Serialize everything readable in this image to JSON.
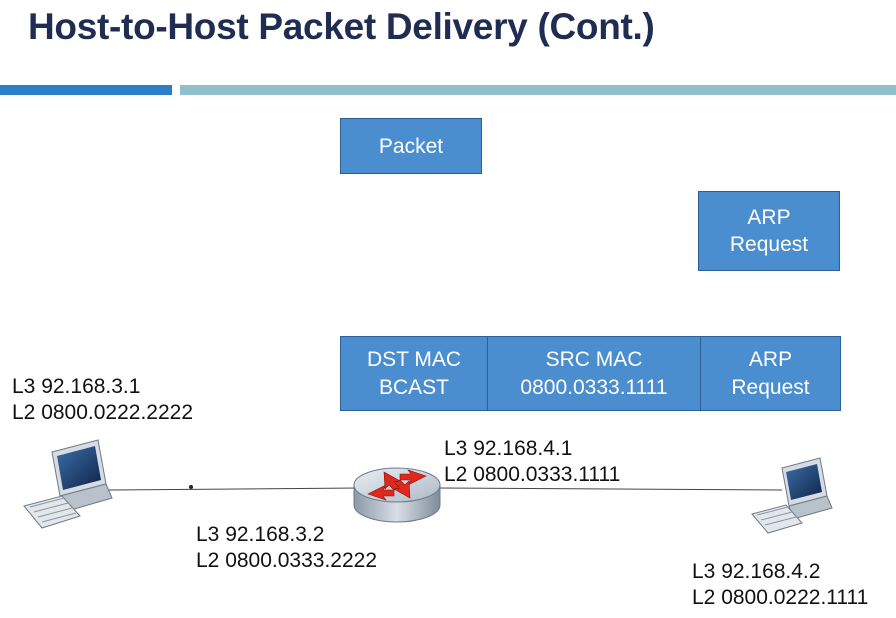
{
  "title": "Host-to-Host Packet Delivery (Cont.)",
  "packet_label": "Packet",
  "arp_request": {
    "line1": "ARP",
    "line2": "Request"
  },
  "frame": {
    "dst": {
      "line1": "DST MAC",
      "line2": "BCAST"
    },
    "src": {
      "line1": "SRC MAC",
      "line2": "0800.0333.1111"
    },
    "payload": {
      "line1": "ARP",
      "line2": "Request"
    }
  },
  "host_a": {
    "l3": "L3 92.168.3.1",
    "l2": "L2 0800.0222.2222"
  },
  "router_left": {
    "l3": "L3 92.168.3.2",
    "l2": "L2 0800.0333.2222"
  },
  "router_right": {
    "l3": "L3 92.168.4.1",
    "l2": "L2 0800.0333.1111"
  },
  "host_b": {
    "l3": "L3 92.168.4.2",
    "l2": "L2 0800.0222.1111"
  },
  "colors": {
    "title": "#1f2d52",
    "box": "#4a8ed0",
    "accent_bar": "#2e7dc8",
    "light_bar": "#8fc0cc",
    "router_arrow": "#e0281e"
  }
}
